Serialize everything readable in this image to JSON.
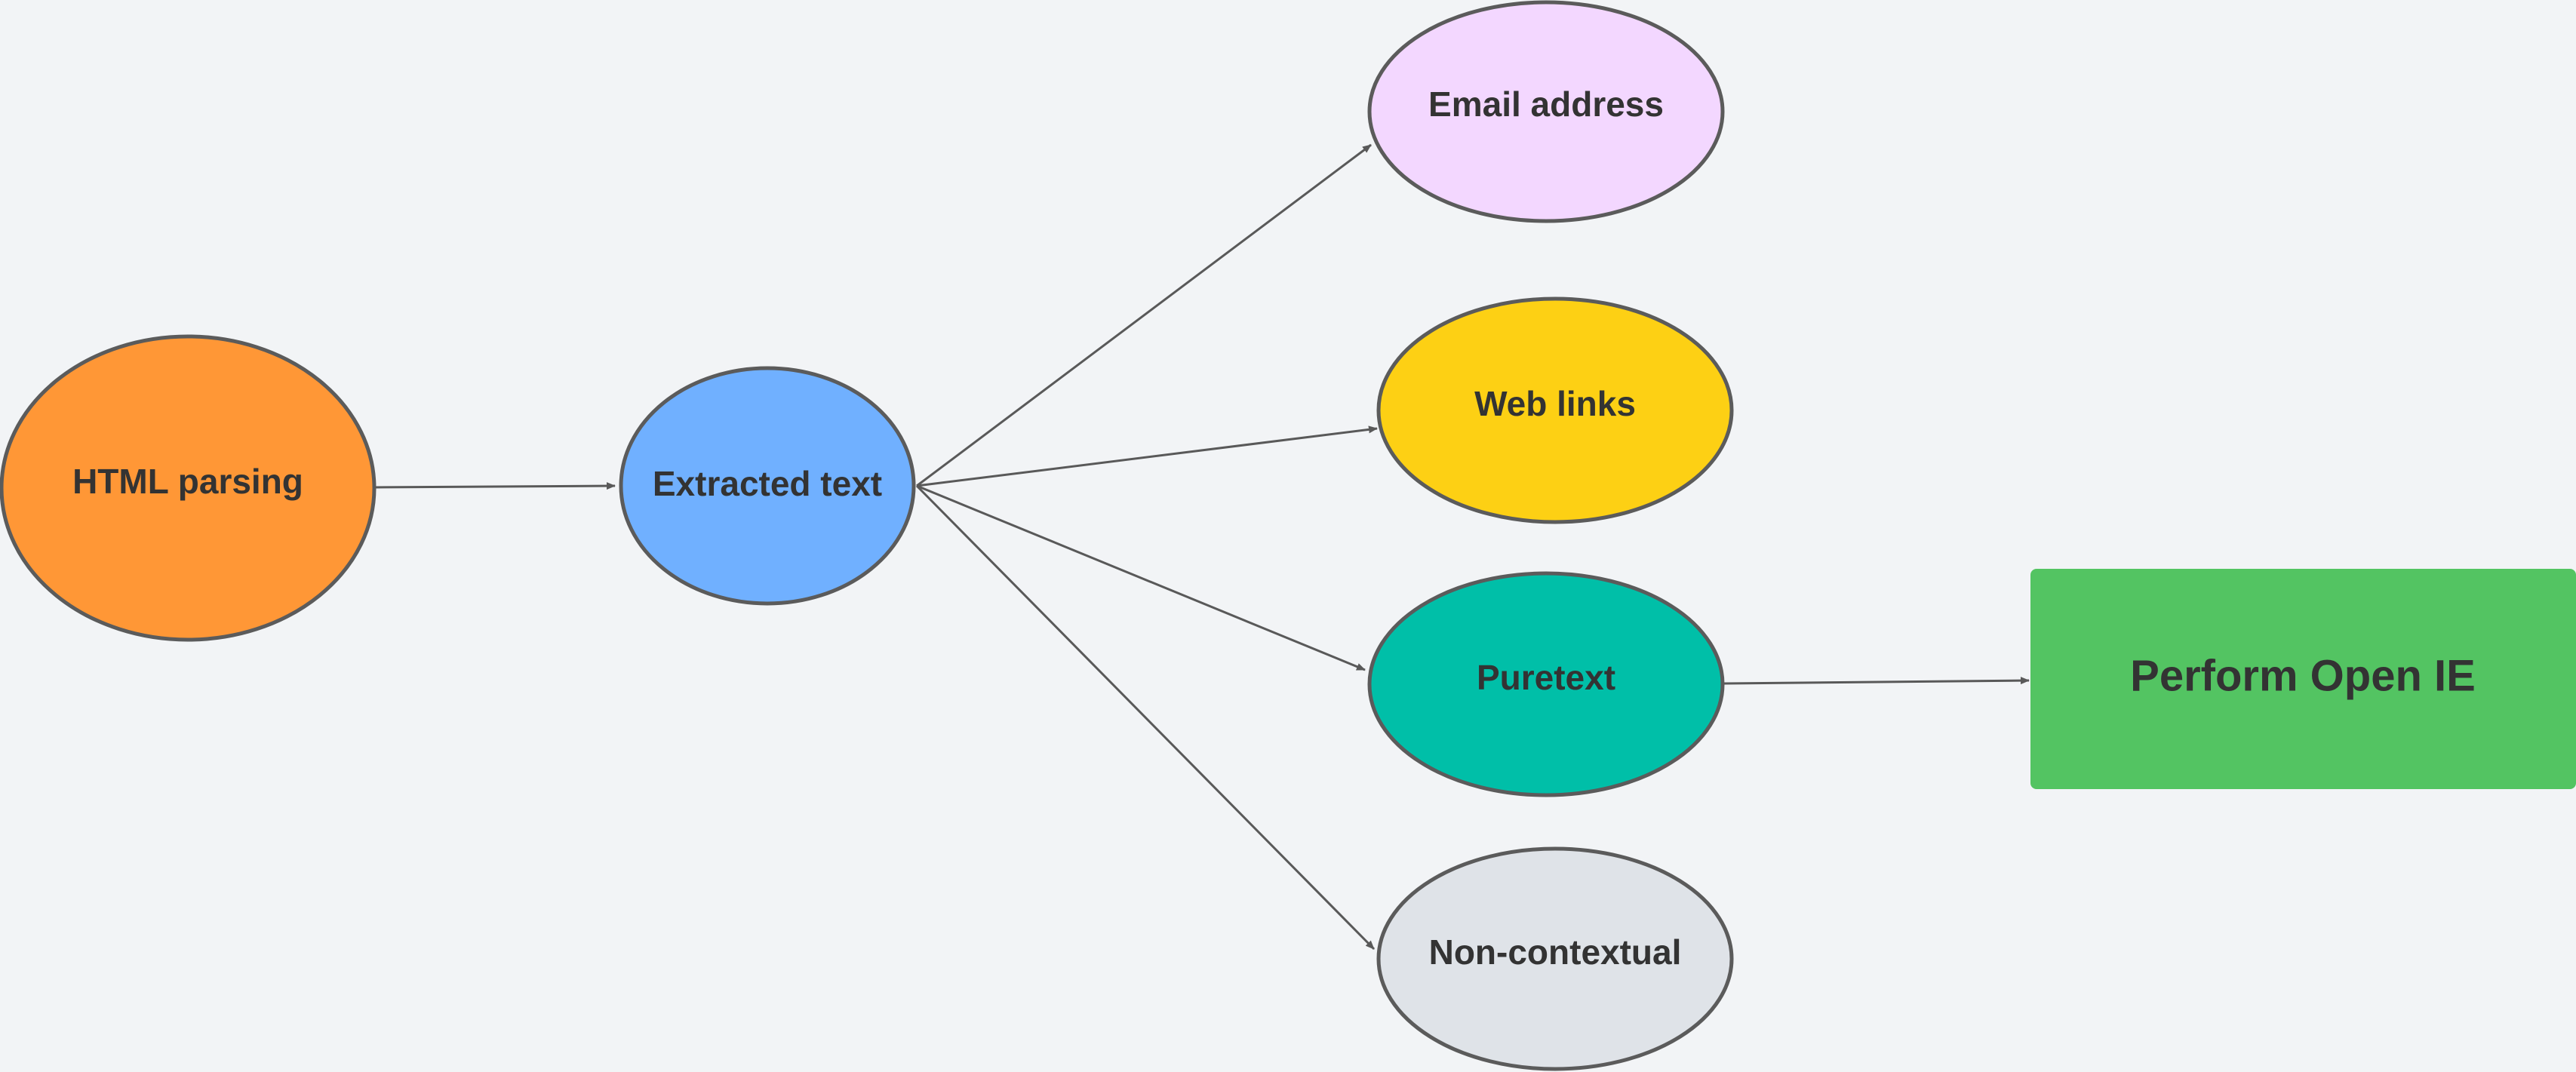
{
  "diagram": {
    "background": "#f2f4f6",
    "nodes": {
      "html_parsing": {
        "label": "HTML parsing",
        "fill": "#ff9736"
      },
      "extracted_text": {
        "label": "Extracted text",
        "fill": "#70b0ff"
      },
      "email_address": {
        "label": "Email address",
        "fill": "#f3d7ff"
      },
      "web_links": {
        "label": "Web links",
        "fill": "#fdd014"
      },
      "puretext": {
        "label": "Puretext",
        "fill": "#00bfa8"
      },
      "non_contextual": {
        "label": "Non-contextual",
        "fill": "#dfe3e8"
      },
      "perform_open_ie": {
        "label": "Perform Open IE",
        "fill": "#53c462"
      }
    },
    "edges": [
      {
        "from": "html_parsing",
        "to": "extracted_text"
      },
      {
        "from": "extracted_text",
        "to": "email_address"
      },
      {
        "from": "extracted_text",
        "to": "web_links"
      },
      {
        "from": "extracted_text",
        "to": "puretext"
      },
      {
        "from": "extracted_text",
        "to": "non_contextual"
      },
      {
        "from": "puretext",
        "to": "perform_open_ie"
      }
    ]
  }
}
